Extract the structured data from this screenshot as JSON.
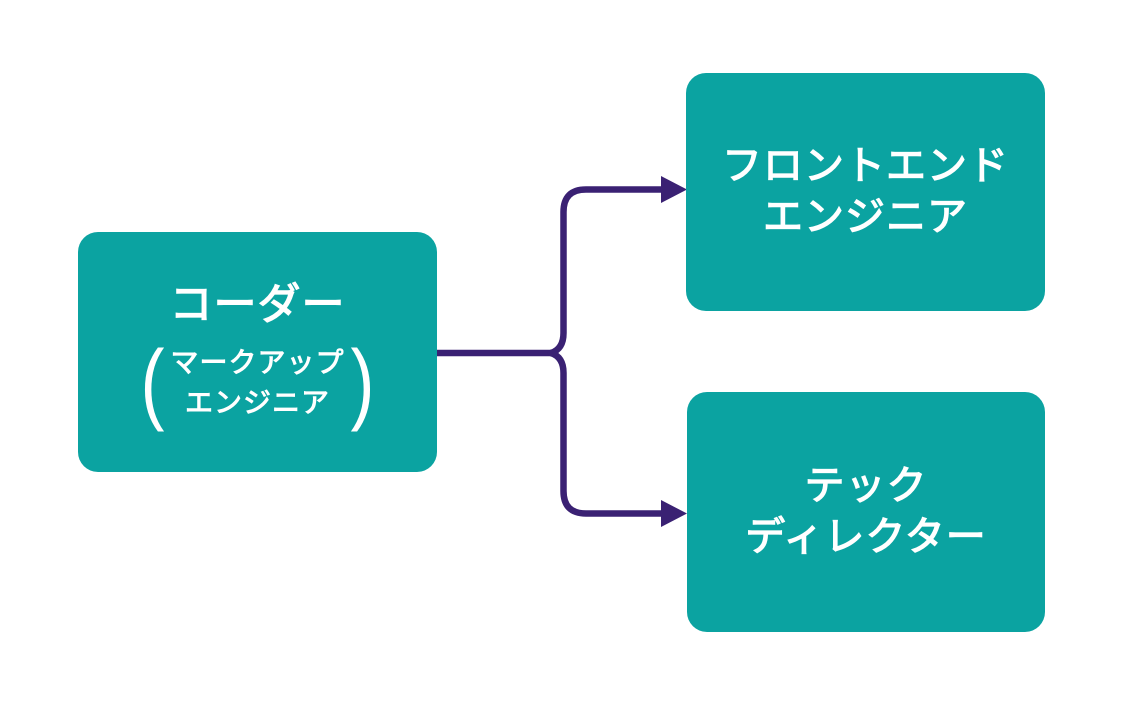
{
  "diagram": {
    "colors": {
      "node_fill": "#0ba3a1",
      "connector": "#3a2173",
      "text": "#ffffff",
      "background": "#ffffff"
    },
    "nodes": {
      "coder": {
        "title": "コーダー",
        "paren_open": "(",
        "paren_close": ")",
        "sub_line1": "マークアップ",
        "sub_line2": "エンジニア"
      },
      "frontend": {
        "line1": "フロントエンド",
        "line2": "エンジニア"
      },
      "tech": {
        "line1": "テック",
        "line2": "ディレクター"
      }
    },
    "edges": [
      {
        "from": "coder",
        "to": "frontend"
      },
      {
        "from": "coder",
        "to": "tech"
      }
    ]
  }
}
